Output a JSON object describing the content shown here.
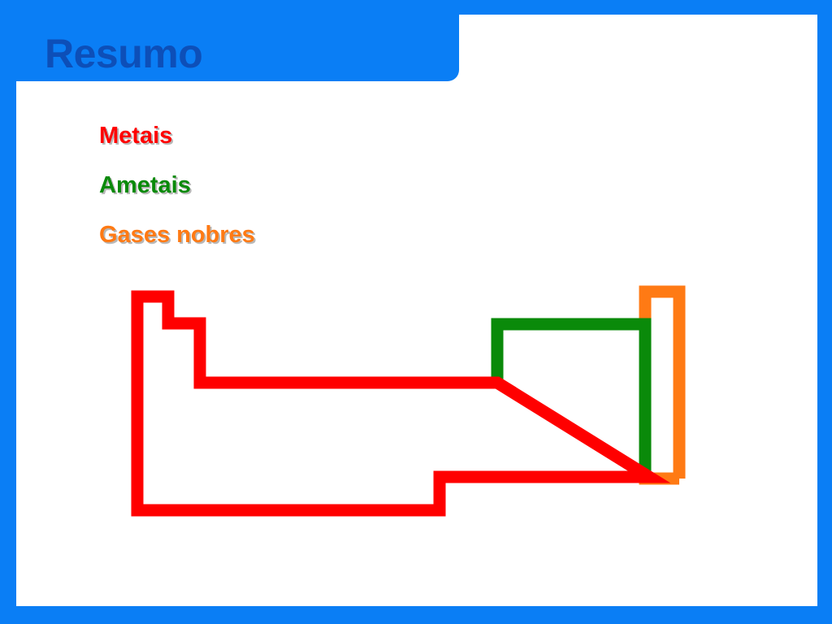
{
  "title": "Resumo",
  "legend": [
    {
      "label": "Metais",
      "color": "#ff0000"
    },
    {
      "label": "Ametais",
      "color": "#0a8a0a"
    },
    {
      "label": "Gases nobres",
      "color": "#ff7a14"
    }
  ],
  "colors": {
    "frame": "#0a7ef5",
    "title": "#0d4fb8",
    "metals": "#ff0000",
    "nonmetals": "#0a8a0a",
    "noble_gases": "#ff7a14"
  }
}
